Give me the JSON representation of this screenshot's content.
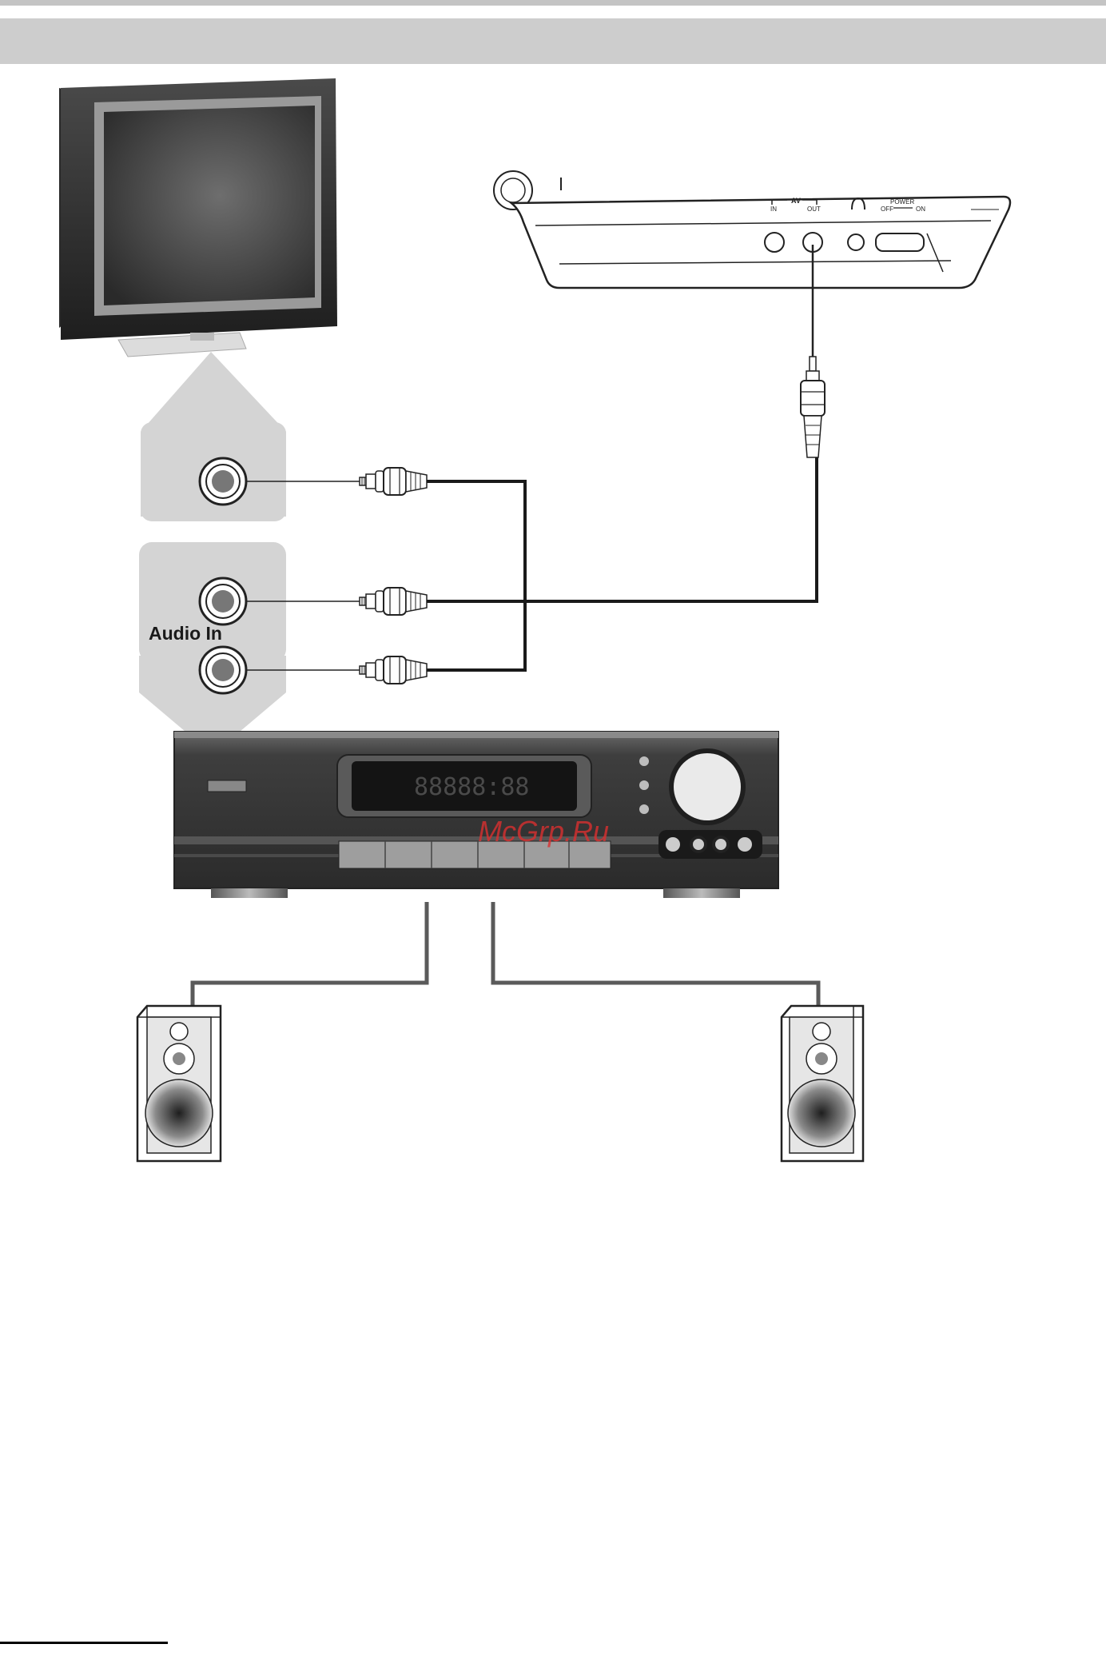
{
  "labels": {
    "audio_in": "Audio In",
    "watermark": "McGrp.Ru"
  },
  "player_panel": {
    "av": "AV",
    "in": "IN",
    "out": "OUT",
    "power": "POWER",
    "off": "OFF",
    "on": "ON"
  },
  "receiver": {
    "display_text": "88888:88"
  },
  "colors": {
    "header_band": "#cdcdcd",
    "callout_bg": "#d4d4d4",
    "receiver_body": "#3a3a3a",
    "cable": "#1a1a1a",
    "speaker_wire": "#5a5a5a",
    "watermark": "#d93030"
  }
}
